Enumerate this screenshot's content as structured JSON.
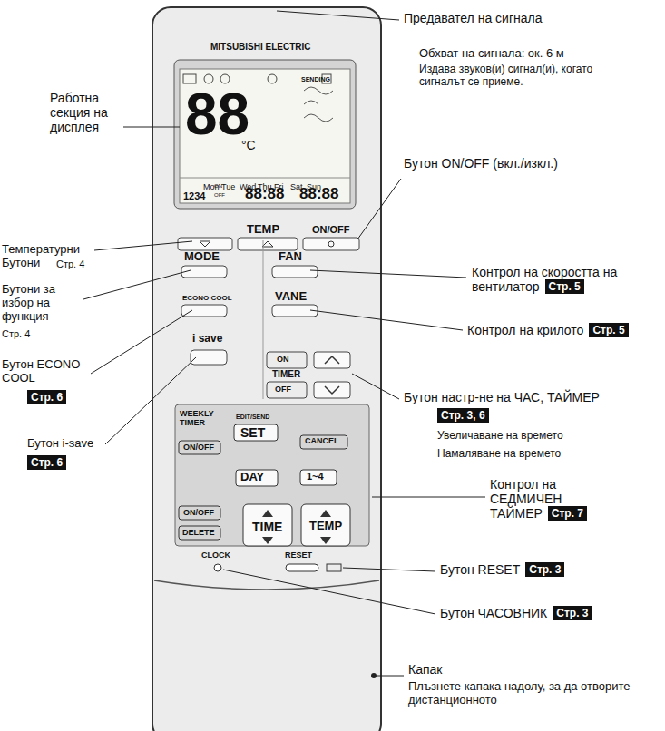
{
  "diagram": {
    "nodes": [
      {
        "text": [
          "Стр. 5"
        ]
      },
      {
        "text": [
          "Стр. 5"
        ]
      },
      {
        "text": [
          "Стр. 6"
        ]
      },
      {
        "text": [
          "Стр. 3, 6"
        ]
      },
      {
        "text": [
          "Стр. 6"
        ]
      },
      {
        "text": [
          "Стр. 7"
        ]
      },
      {
        "text": [
          "Стр. 3"
        ]
      },
      {
        "text": [
          "Стр. 3"
        ]
      }
    ],
    "labels": [
      "MITSUBISHI ELECTRIC",
      "88",
      "°C",
      "SENDING",
      "Mon",
      "Tue",
      "Wed",
      "Thu",
      "Fri",
      "Sat",
      "Sun",
      "1234",
      "88:88",
      "88:88",
      "ON",
      "OFF",
      "TEMP",
      "ON/OFF",
      "MODE",
      "FAN",
      "ECONO COOL",
      "VANE",
      "i save",
      "ON",
      "TIMER",
      "OFF",
      "WEEKLY TIMER",
      "ON/OFF",
      "EDIT/SEND",
      "SET",
      "CANCEL",
      "DAY",
      "1~4",
      "ON/OFF",
      "DELETE",
      "TIME",
      "TEMP",
      "CLOCK",
      "RESET",
      "Предавател на сигнала",
      "Обхват на сигнала: ок. 6 м",
      "Издава звуков(и) сигнал(и), когато сигналът се приеме.",
      "Работна секция на дисплея",
      "Бутон ON/OFF (вкл./изкл.)",
      "Температурни Бутони",
      "Стр. 4",
      "Бутони за избор на функция",
      "Стр. 4",
      "Контрол на скоростта на вентилатор",
      "Контрол на крилото",
      "Бутон ECONO COOL",
      "Бутон i-save",
      "Бутон настр-не на ЧАС, ТАЙМЕР",
      "Увеличаване на времето",
      "Намаляване на времето",
      "Контрол на СЕДМИЧЕН ТАЙМЕР",
      "Бутон RESET",
      "Бутон ЧАСОВНИК",
      "Капак",
      "Плъзнете капака надолу, за да отворите дистанционното"
    ]
  }
}
